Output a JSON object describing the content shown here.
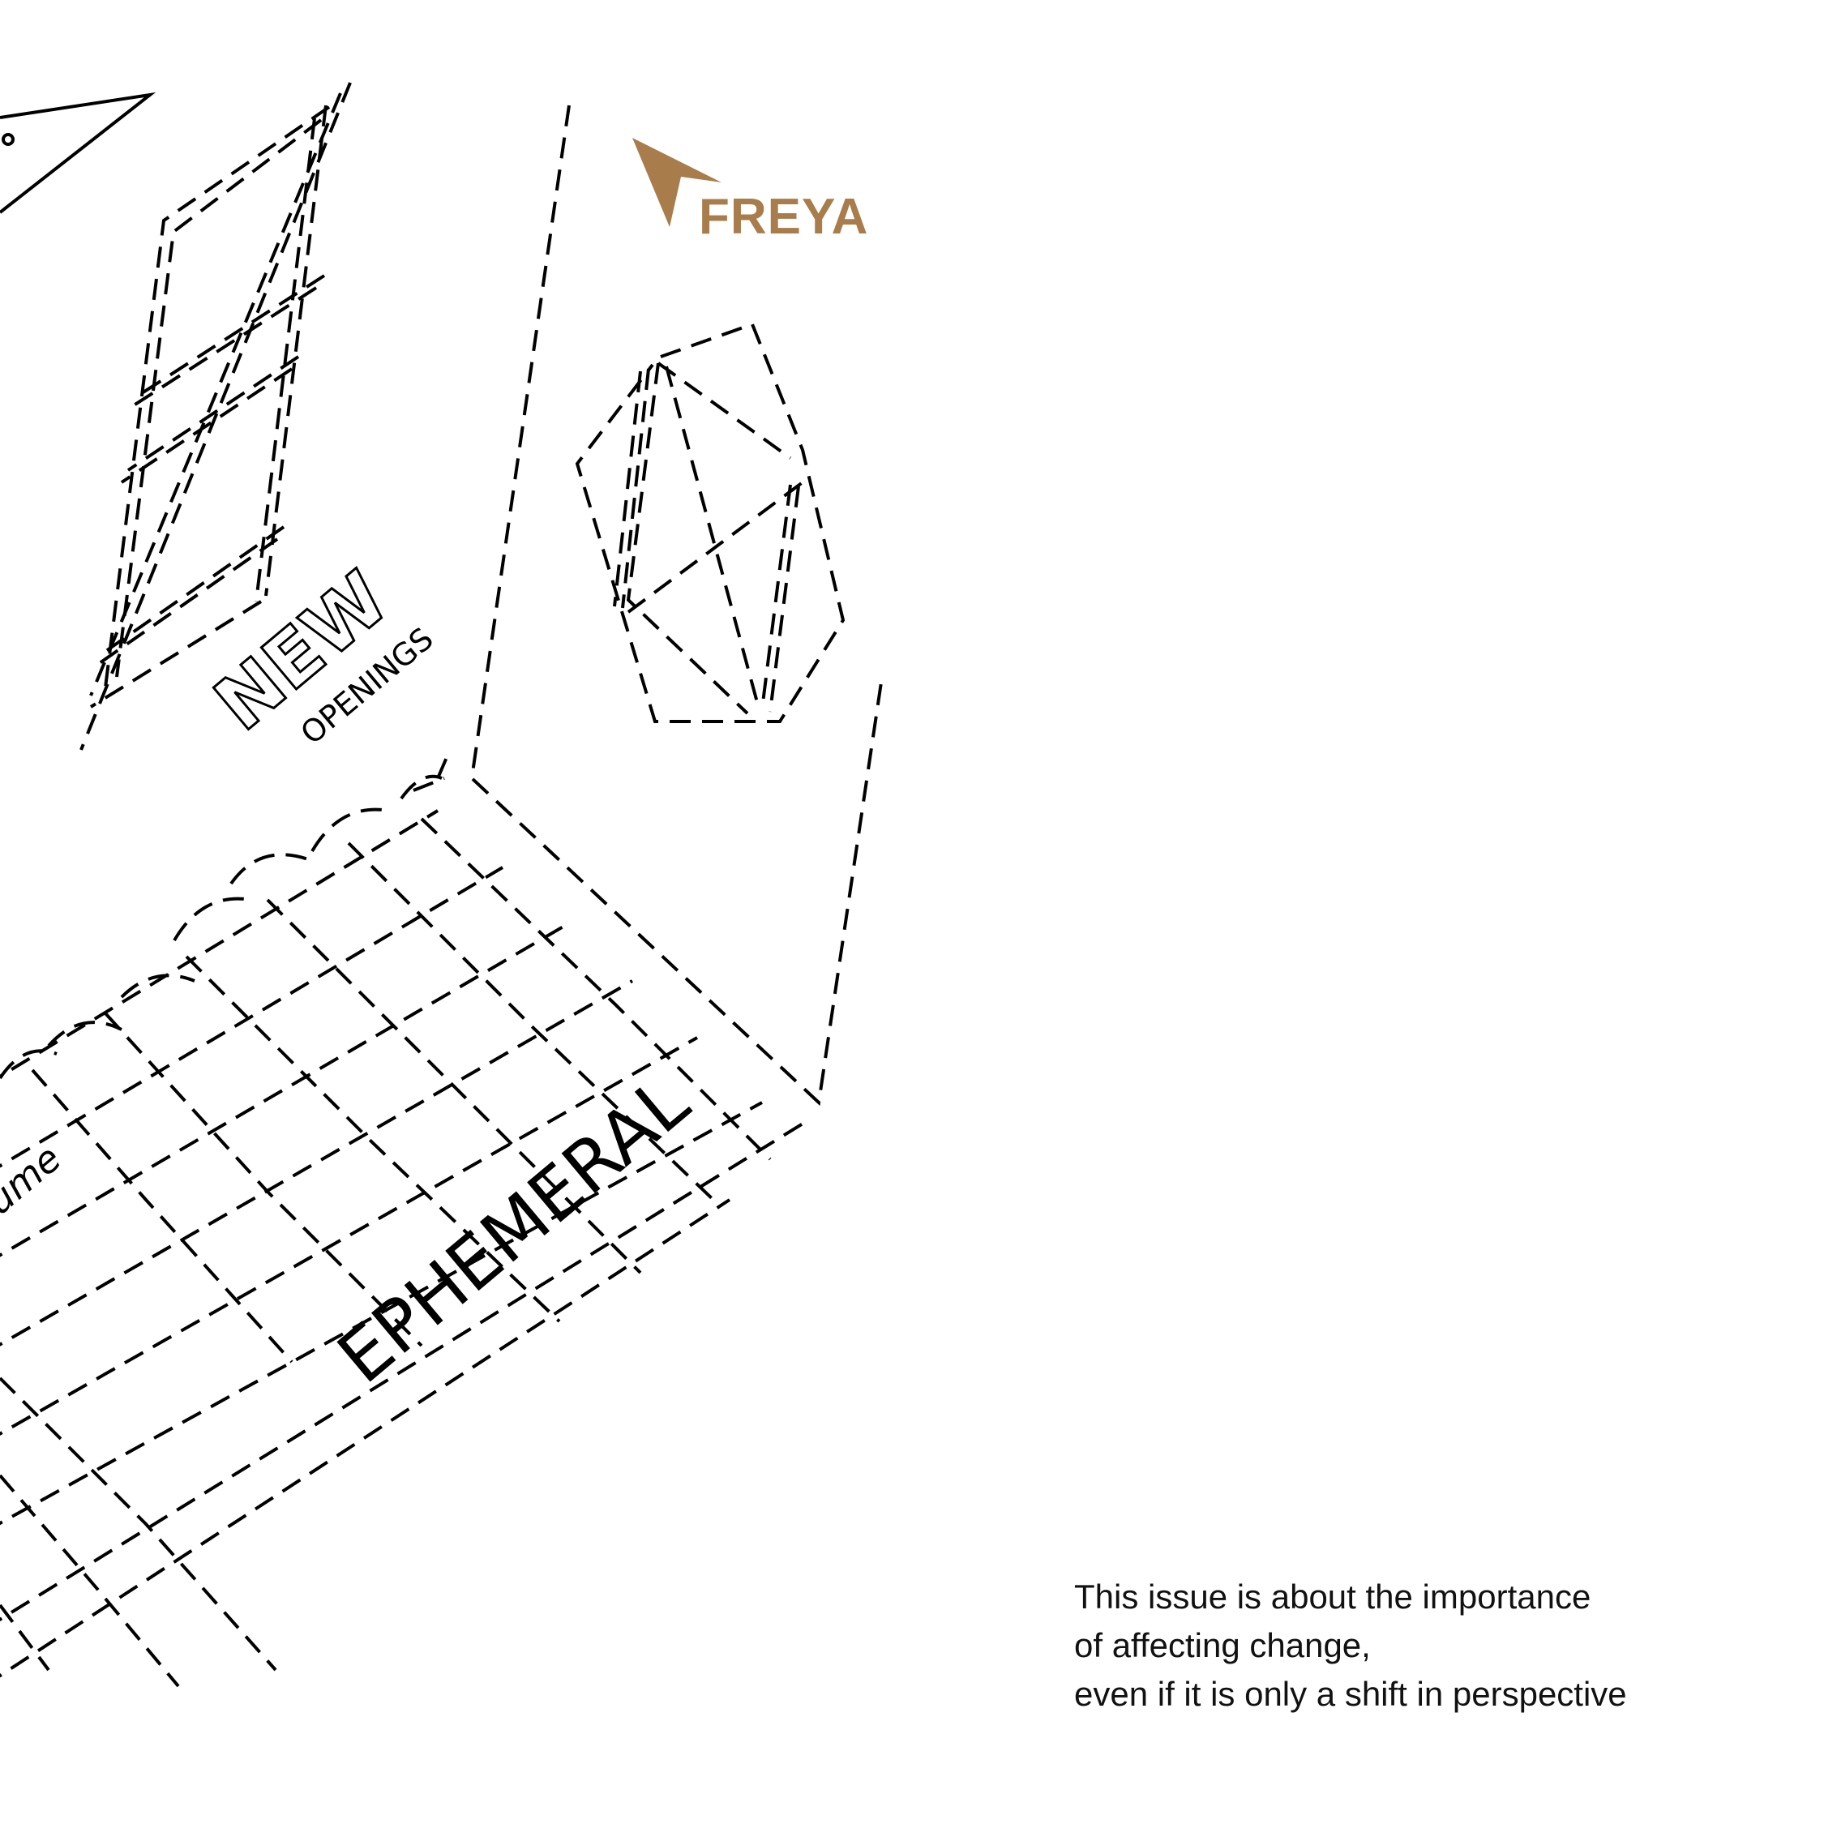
{
  "brand": {
    "name": "FREYA",
    "color": "#a97c4b",
    "icon": "cursor-arrow-icon"
  },
  "sketch": {
    "new_label": "NEW",
    "openings_label": "OPENINGS",
    "ephemeral_label": "EPHEMERAL",
    "partial_label": "ume"
  },
  "caption": {
    "line1": "This issue is about the importance",
    "line2": "of affecting change,",
    "line3": "even if it is only a shift in perspective"
  }
}
